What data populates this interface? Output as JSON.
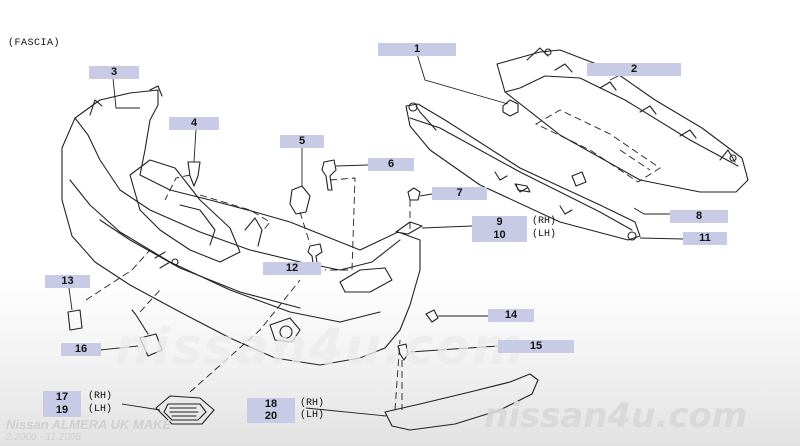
{
  "diagram": {
    "section_title": "(FASCIA)",
    "watermark_center": "nissan4u.com",
    "watermark_corner": "nissan4u.com",
    "model_title": "Nissan ALMERA UK MAKE",
    "model_years": "2.2000 - 11.2006"
  },
  "callouts": {
    "p1": "1",
    "p2": "2",
    "p3": "3",
    "p4": "4",
    "p5": "5",
    "p6": "6",
    "p7": "7",
    "p8": "8",
    "p9": "9",
    "p10": "10",
    "p11": "11",
    "p12": "12",
    "p13": "13",
    "p14": "14",
    "p15": "15",
    "p16": "16",
    "p17": "17",
    "p18": "18",
    "p19": "19",
    "p20": "20"
  },
  "sides": {
    "rh": "(RH)",
    "lh": "(LH)"
  },
  "colors": {
    "callout_bg": "#c8cbe6",
    "line": "#222222"
  }
}
